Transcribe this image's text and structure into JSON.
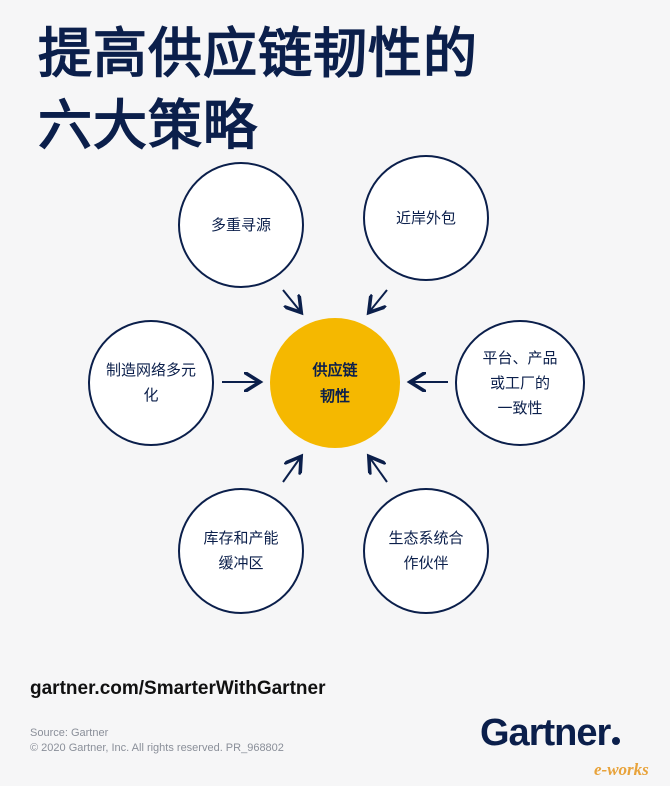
{
  "title": {
    "line1": "提高供应链韧性的",
    "line2": "六大策略"
  },
  "diagram": {
    "center": "供应链\n韧性",
    "nodes": {
      "top_left": "多重寻源",
      "top_right": "近岸外包",
      "mid_left": "制造网络多元\n化",
      "mid_right": "平台、产品\n或工厂的\n一致性",
      "bottom_left": "库存和产能\n缓冲区",
      "bottom_right": "生态系统合\n作伙伴"
    }
  },
  "footer": {
    "url": "gartner.com/SmarterWithGartner",
    "source": "Source: Gartner",
    "copyright": "© 2020 Gartner, Inc. All rights reserved. PR_968802",
    "logo": "Gartner",
    "watermark": "e-works"
  },
  "colors": {
    "navy": "#0b1f4b",
    "accent": "#f5b800"
  }
}
